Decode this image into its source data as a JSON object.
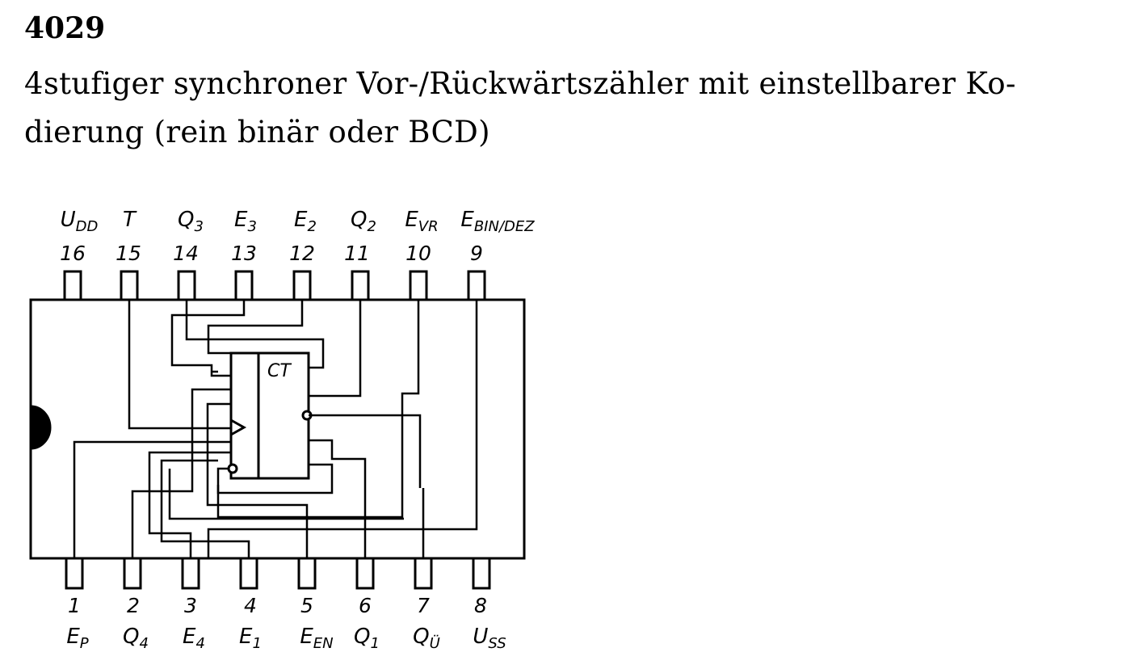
{
  "heading": {
    "chip_number": "4029",
    "description_line1": "4stufiger synchroner Vor-/Rückwärtszähler mit einstellbarer Ko-",
    "description_line2": "dierung (rein binär oder BCD)"
  },
  "ic": {
    "block_label": "CT",
    "top_pins": [
      {
        "number": "16",
        "name": "U",
        "sub": "DD"
      },
      {
        "number": "15",
        "name": "T",
        "sub": ""
      },
      {
        "number": "14",
        "name": "Q",
        "sub": "3"
      },
      {
        "number": "13",
        "name": "E",
        "sub": "3"
      },
      {
        "number": "12",
        "name": "E",
        "sub": "2"
      },
      {
        "number": "11",
        "name": "Q",
        "sub": "2"
      },
      {
        "number": "10",
        "name": "E",
        "sub": "VR"
      },
      {
        "number": "9",
        "name": "E",
        "sub": "BIN/DEZ"
      }
    ],
    "bottom_pins": [
      {
        "number": "1",
        "name": "E",
        "sub": "P"
      },
      {
        "number": "2",
        "name": "Q",
        "sub": "4"
      },
      {
        "number": "3",
        "name": "E",
        "sub": "4"
      },
      {
        "number": "4",
        "name": "E",
        "sub": "1"
      },
      {
        "number": "5",
        "name": "E",
        "sub": "EN"
      },
      {
        "number": "6",
        "name": "Q",
        "sub": "1"
      },
      {
        "number": "7",
        "name": "Q",
        "sub": "Ü"
      },
      {
        "number": "8",
        "name": "U",
        "sub": "SS"
      }
    ]
  }
}
